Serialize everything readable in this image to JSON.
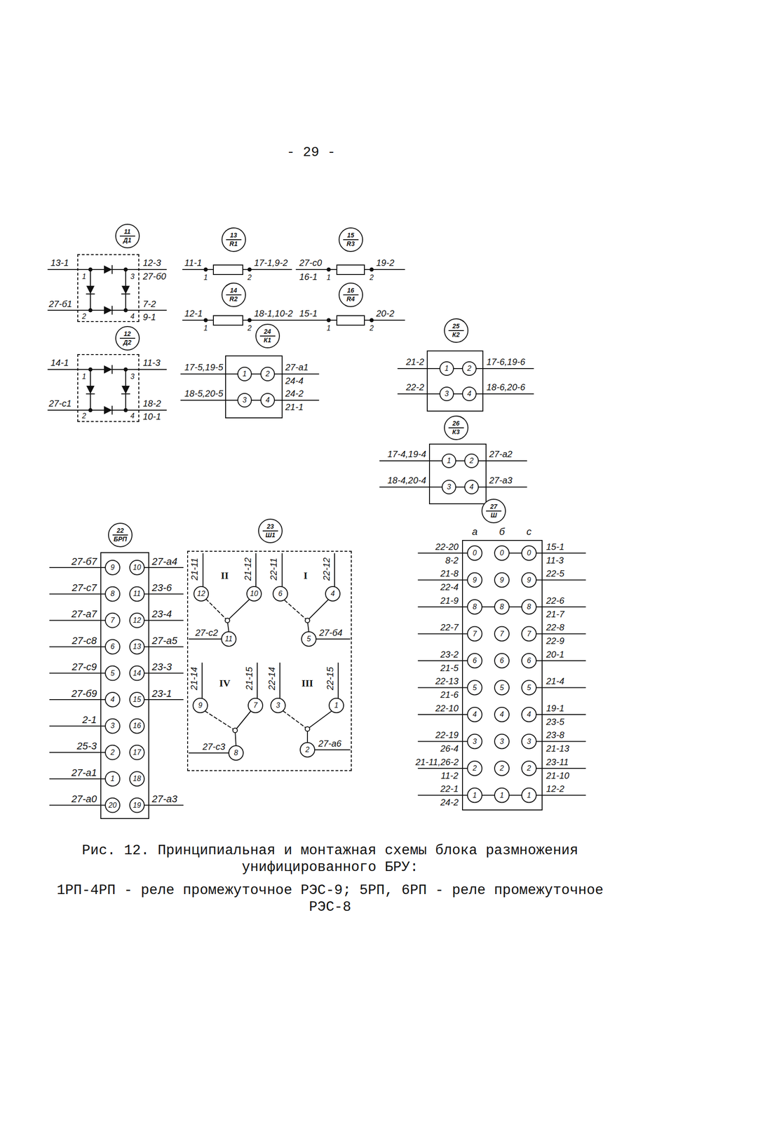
{
  "diagram": {
    "caption": "Рис. 12. Принципиальная и монтажная схемы блока размножения унифицированного БРУ:",
    "nodes": [
      {
        "text": [
          "11",
          "Д1"
        ]
      },
      {
        "text": [
          "13",
          "R1"
        ]
      },
      {
        "text": [
          "15",
          "R3"
        ]
      },
      {
        "text": [
          "14",
          "R2"
        ]
      },
      {
        "text": [
          "16",
          "R4"
        ]
      },
      {
        "text": [
          "12",
          "Д2"
        ]
      },
      {
        "text": [
          "24",
          "К1"
        ]
      },
      {
        "text": [
          "25",
          "К2"
        ]
      },
      {
        "text": [
          "26",
          "К3"
        ]
      },
      {
        "text": [
          "22",
          "БРП"
        ]
      },
      {
        "text": [
          "23",
          "Ш1"
        ]
      },
      {
        "text": [
          "27",
          "Ш"
        ]
      }
    ],
    "labels": [
      "- 29 -",
      "13-1",
      "27-б1",
      "12-3",
      "27-б0",
      "7-2",
      "9-1",
      "1",
      "2",
      "3",
      "4",
      "11-1",
      "1",
      "17-1,9-2",
      "2",
      "27-с0",
      "16-1",
      "1",
      "19-2",
      "2",
      "12-1",
      "1",
      "18-1,10-2",
      "2",
      "15-1",
      "1",
      "20-2",
      "2",
      "14-1",
      "27-с1",
      "11-3",
      "18-2",
      "10-1",
      "1",
      "2",
      "3",
      "4",
      "17-5,19-5",
      "18-5,20-5",
      "27-а1",
      "24-4",
      "24-2",
      "21-1",
      "1",
      "2",
      "3",
      "4",
      "21-2",
      "22-2",
      "17-6,19-6",
      "18-6,20-6",
      "1",
      "2",
      "3",
      "4",
      "17-4,19-4",
      "18-4,20-4",
      "27-а2",
      "27-а3",
      "1",
      "2",
      "3",
      "4",
      "27-б7",
      "9",
      "10",
      "27-а4",
      "27-с7",
      "8",
      "11",
      "23-6",
      "27-а7",
      "7",
      "12",
      "23-4",
      "27-с8",
      "6",
      "13",
      "27-а5",
      "27-с9",
      "5",
      "14",
      "23-3",
      "27-б9",
      "4",
      "15",
      "23-1",
      "2-1",
      "3",
      "16",
      "25-3",
      "2",
      "17",
      "27-а1",
      "1",
      "18",
      "27-а0",
      "20",
      "19",
      "27-а3",
      "21-11",
      "21-12",
      "22-11",
      "22-12",
      "II",
      "I",
      "12",
      "10",
      "6",
      "4",
      "27-с2",
      "11",
      "5",
      "27-б4",
      "21-14",
      "21-15",
      "22-14",
      "22-15",
      "IV",
      "III",
      "9",
      "7",
      "3",
      "1",
      "27-с3",
      "8",
      "2",
      "27-а6",
      "а",
      "б",
      "с",
      "22-20",
      "8-2",
      "0",
      "0",
      "0",
      "15-1",
      "11-3",
      "21-8",
      "22-4",
      "9",
      "9",
      "9",
      "22-5",
      "21-9",
      "8",
      "8",
      "8",
      "22-6",
      "21-7",
      "22-7",
      "7",
      "7",
      "7",
      "22-8",
      "22-9",
      "23-2",
      "21-5",
      "6",
      "6",
      "6",
      "20-1",
      "22-13",
      "21-6",
      "5",
      "5",
      "5",
      "21-4",
      "22-10",
      "4",
      "4",
      "4",
      "19-1",
      "23-5",
      "22-19",
      "26-4",
      "3",
      "3",
      "3",
      "23-8",
      "21-13",
      "21-11,26-2",
      "11-2",
      "2",
      "2",
      "2",
      "23-11",
      "21-10",
      "22-1",
      "24-2",
      "1",
      "1",
      "1",
      "12-2",
      "1РП-4РП - реле промежуточное РЭС-9; 5РП, 6РП - реле промежуточное РЭС-8"
    ]
  }
}
